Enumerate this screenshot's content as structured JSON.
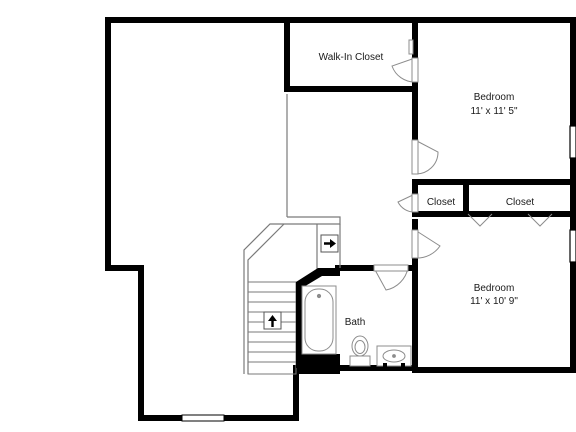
{
  "rooms": {
    "walk_in_closet": {
      "name": "Walk-In Closet"
    },
    "bedroom_1": {
      "name": "Bedroom",
      "dimensions": "11' x 11' 5\""
    },
    "closet_left": {
      "name": "Closet"
    },
    "closet_right": {
      "name": "Closet"
    },
    "bedroom_2": {
      "name": "Bedroom",
      "dimensions": "11' x 10' 9\""
    },
    "bath": {
      "name": "Bath"
    }
  },
  "stairs": {
    "direction_icon": "arrow-up-icon"
  },
  "landing": {
    "direction_icon": "arrow-right-icon"
  },
  "colors": {
    "wall": "#000000",
    "line": "#8c8c8c",
    "background": "#ffffff"
  }
}
